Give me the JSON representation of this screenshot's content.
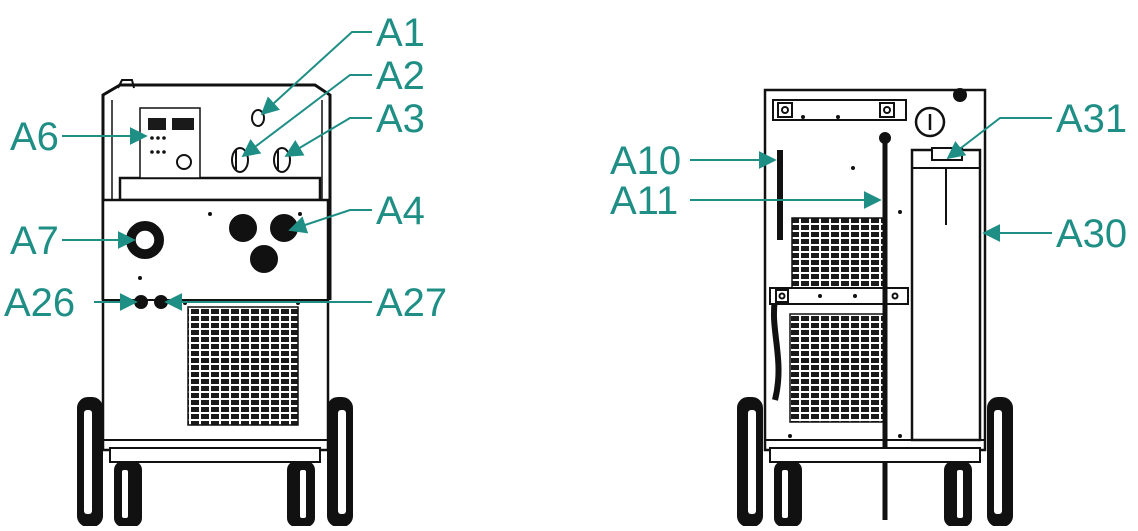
{
  "colors": {
    "line": "#111111",
    "callout": "#1f8f86",
    "background": "#ffffff"
  },
  "labels": {
    "a1": "A1",
    "a2": "A2",
    "a3": "A3",
    "a4": "A4",
    "a6": "A6",
    "a7": "A7",
    "a26": "A26",
    "a27": "A27",
    "a10": "A10",
    "a11": "A11",
    "a30": "A30",
    "a31": "A31"
  },
  "icons": {
    "power_switch": "power-switch-icon"
  }
}
